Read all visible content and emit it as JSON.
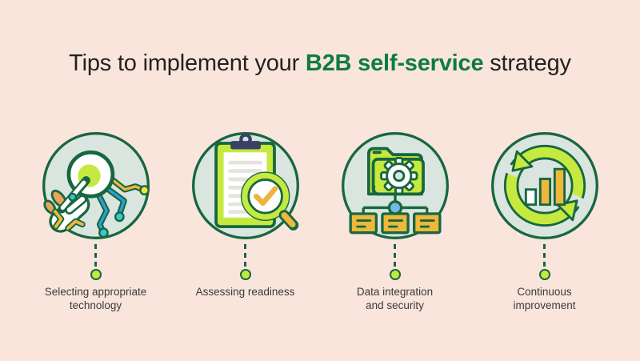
{
  "title": {
    "prefix": "Tips to implement your ",
    "highlight": "B2B self-service",
    "suffix": " strategy",
    "text_color": "#24211e",
    "highlight_color": "#0f7b43"
  },
  "steps": [
    {
      "label": "Selecting appropriate technology",
      "line1": "Selecting appropriate",
      "line2": "technology",
      "icon": "hand-selecting-technology-icon"
    },
    {
      "label": "Assessing readiness",
      "line1": "Assessing readiness",
      "line2": "",
      "icon": "clipboard-checklist-magnifier-icon"
    },
    {
      "label": "Data integration and security",
      "line1": "Data integration",
      "line2": "and security",
      "icon": "folder-gear-network-icon"
    },
    {
      "label": "Continuous improvement",
      "line1": "Continuous",
      "line2": "improvement",
      "icon": "cycle-arrows-bar-chart-icon"
    }
  ],
  "palette": {
    "background": "#fae5dd",
    "dark_green_outline": "#176740",
    "lime_green": "#c6e93f",
    "circle_fill_sage": "#d9e5de",
    "yellow": "#efb83b",
    "gold_check": "#eeb43f",
    "orange": "#eda15a",
    "blue": "#2d9fd6",
    "teal": "#3cc5d3",
    "light_blue_node": "#74b9e6",
    "navy_clip": "#3a4066",
    "bright_yellow_dot": "#f6e343",
    "title_green": "#0f7b43",
    "label_text": "#3a3a3a"
  }
}
